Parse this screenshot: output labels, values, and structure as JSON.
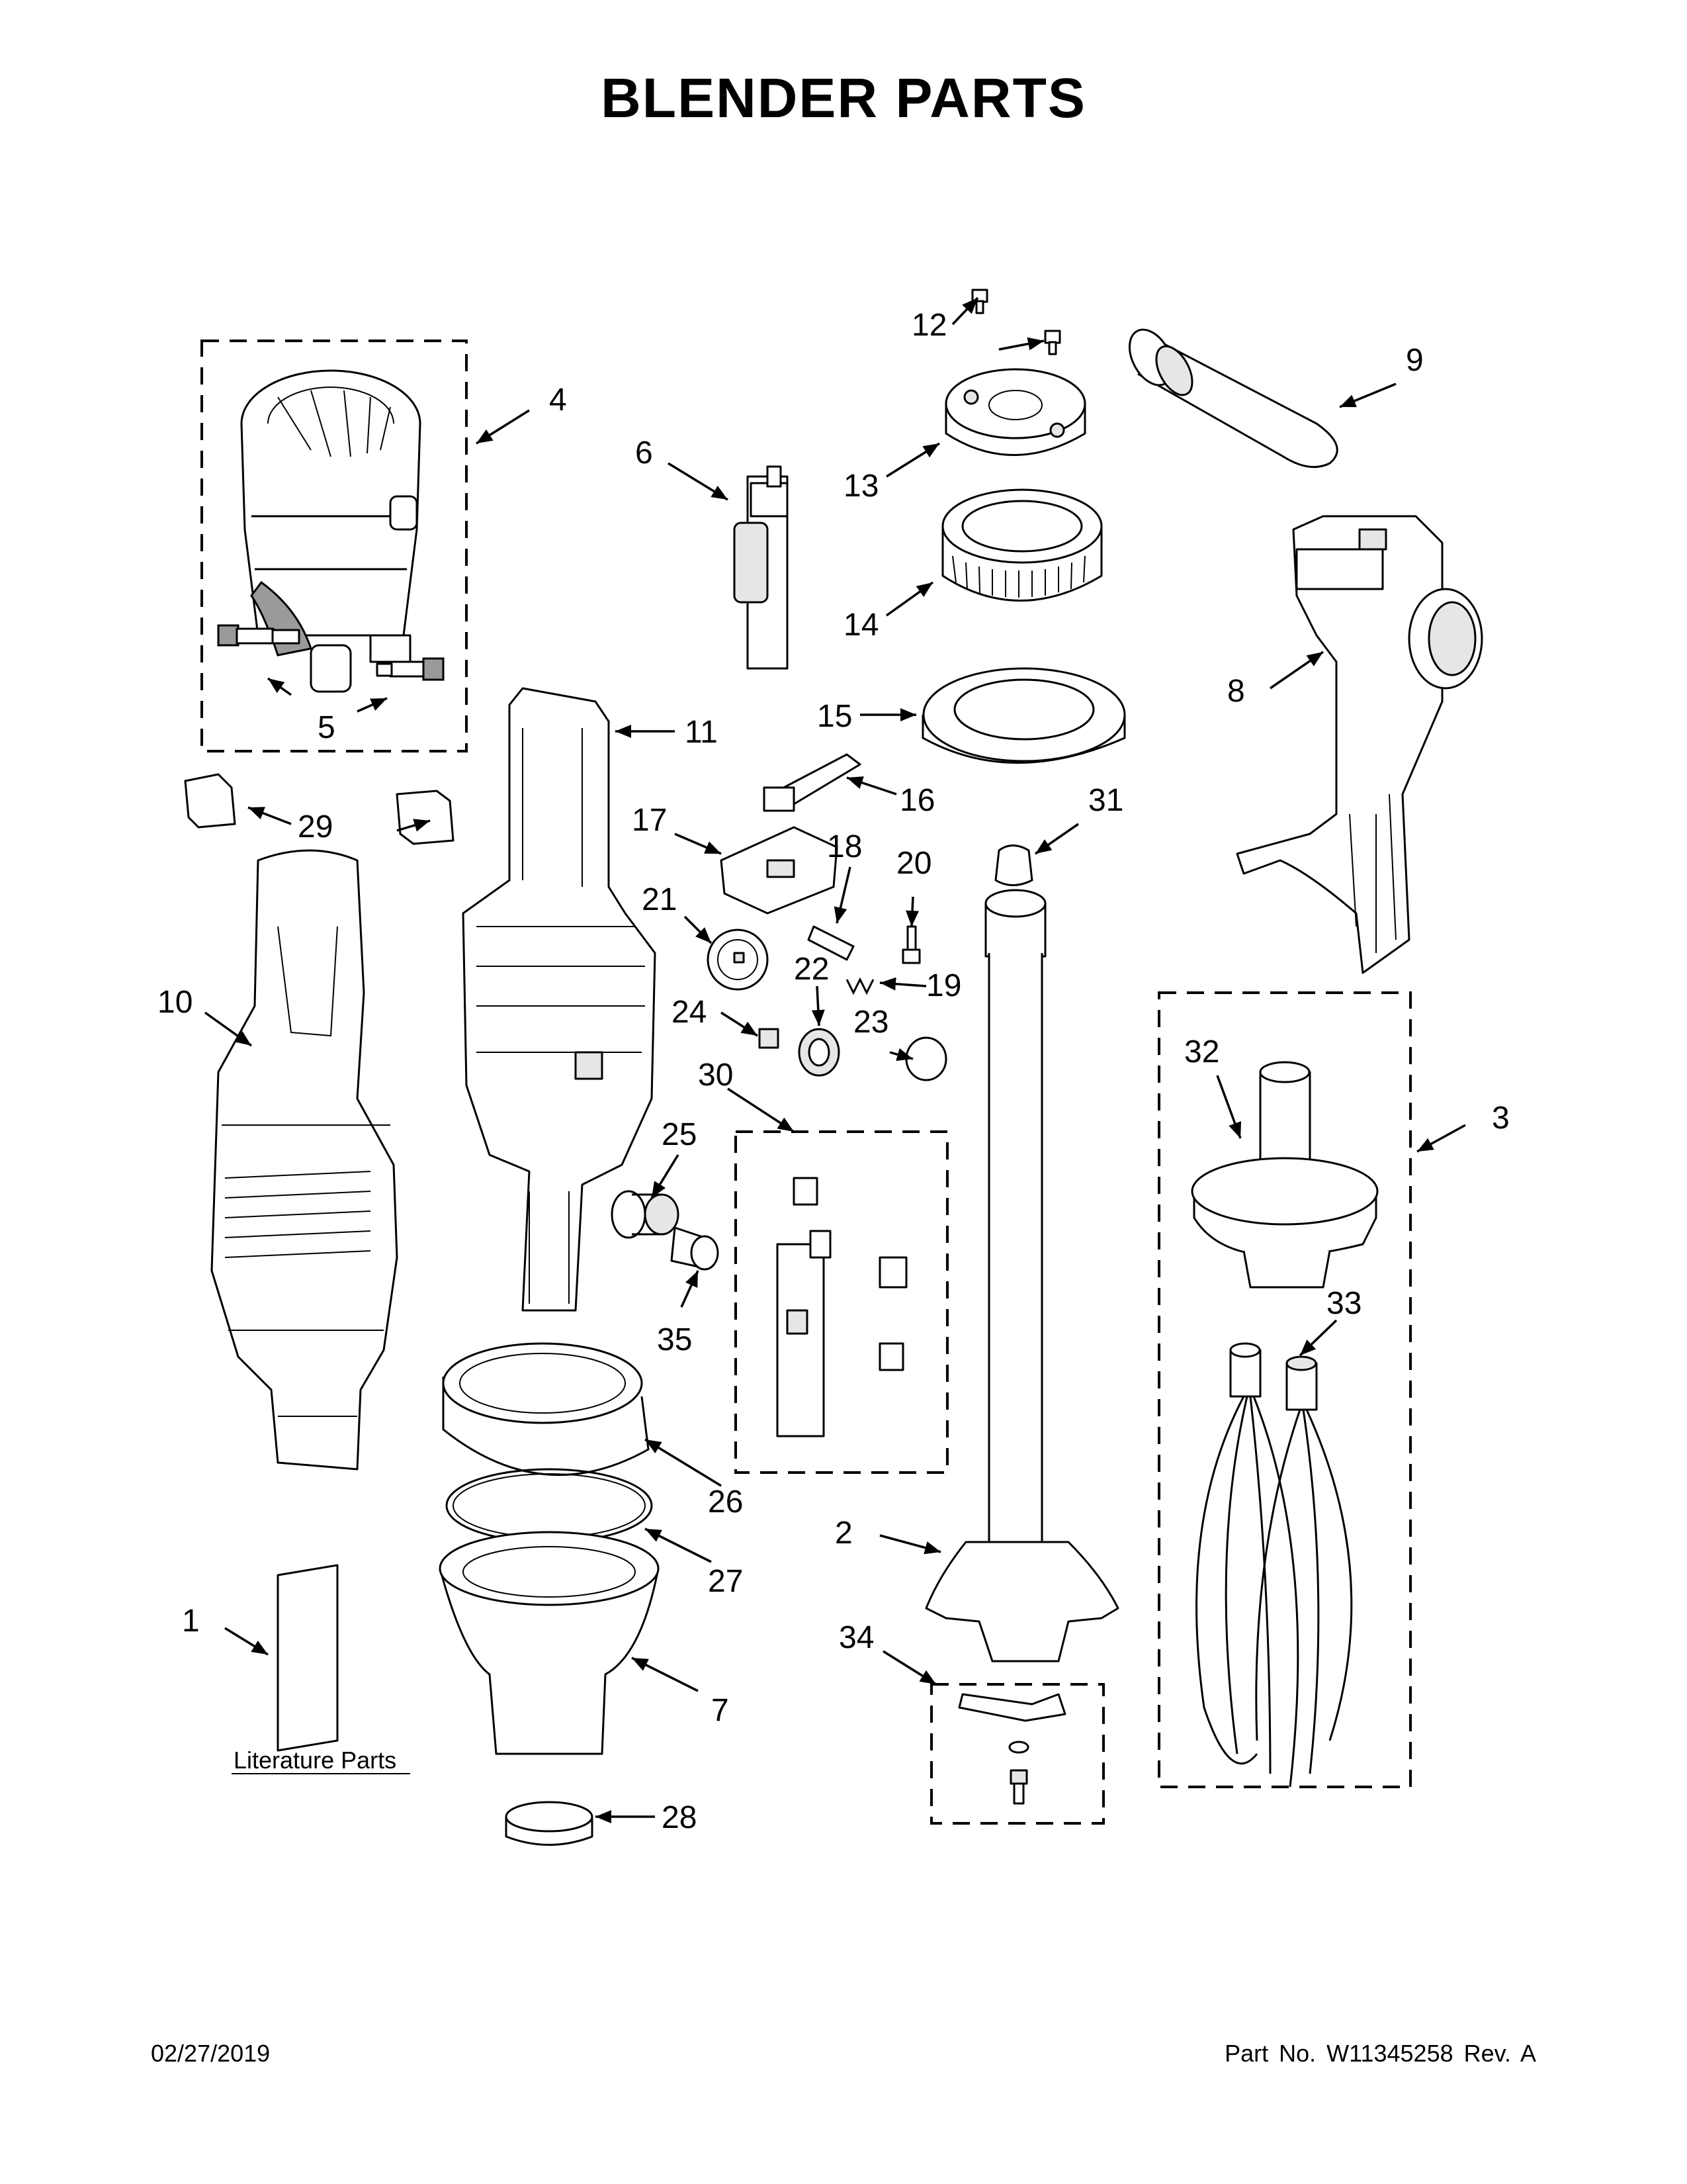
{
  "title": "BLENDER PARTS",
  "literature_label": "Literature Parts",
  "footer": {
    "date": "02/27/2019",
    "part_no": "Part No.  W11345258  Rev.  A"
  },
  "callouts": {
    "c1": "1",
    "c2": "2",
    "c3": "3",
    "c4": "4",
    "c5": "5",
    "c6": "6",
    "c7": "7",
    "c8": "8",
    "c9": "9",
    "c10": "10",
    "c11": "11",
    "c12": "12",
    "c13": "13",
    "c14": "14",
    "c15": "15",
    "c16": "16",
    "c17": "17",
    "c18": "18",
    "c19": "19",
    "c20": "20",
    "c21": "21",
    "c22": "22",
    "c23": "23",
    "c24": "24",
    "c25": "25",
    "c26": "26",
    "c27": "27",
    "c28": "28",
    "c29": "29",
    "c30": "30",
    "c31": "31",
    "c32": "32",
    "c33": "33",
    "c34": "34",
    "c35": "35"
  }
}
